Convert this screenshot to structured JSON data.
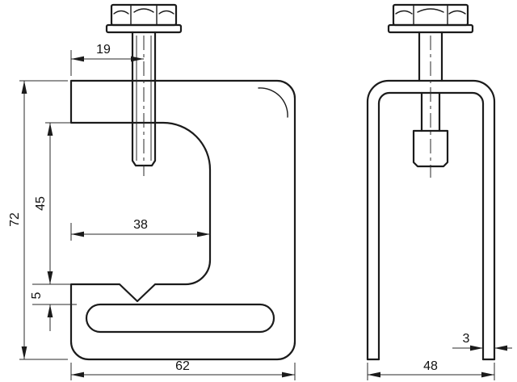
{
  "drawing": {
    "background_color": "#ffffff",
    "line_color": "#1b1b1b",
    "views": {
      "front": {
        "label": "front-view-clamp-with-bolt",
        "dimensions": {
          "bolt_center_offset": "19",
          "overall_height": "72",
          "jaw_height": "45",
          "jaw_depth": "38",
          "lip_thickness": "5",
          "overall_width": "62"
        }
      },
      "side": {
        "label": "side-view-u-bracket-with-bolt",
        "dimensions": {
          "overall_width": "48",
          "material_thickness": "3"
        }
      }
    }
  }
}
